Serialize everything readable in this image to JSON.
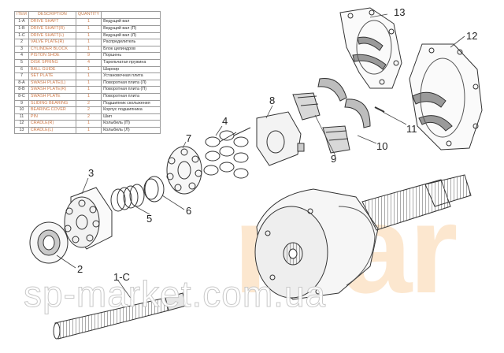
{
  "table": {
    "headers": {
      "item": "ITEM",
      "description": "DESCRIPTION",
      "quantity": "QUANTITY"
    },
    "rows": [
      {
        "item": "1-A",
        "description": "DRIVE SHAFT",
        "quantity": "1",
        "ru": "Ведущий вал"
      },
      {
        "item": "1-B",
        "description": "DRIVE SHAFT(R)",
        "quantity": "1",
        "ru": "Ведущий вал (П)"
      },
      {
        "item": "1-C",
        "description": "DRIVE SHAFT(L)",
        "quantity": "1",
        "ru": "Ведущий вал (Л)"
      },
      {
        "item": "2",
        "description": "VALVE PLATE(R)",
        "quantity": "1",
        "ru": "Распределитель"
      },
      {
        "item": "3",
        "description": "CYLINDER BLOCK",
        "quantity": "1",
        "ru": "Блок цилиндров"
      },
      {
        "item": "4",
        "description": "PISTON SHOE",
        "quantity": "9",
        "ru": "Поршень"
      },
      {
        "item": "5",
        "description": "DISK SPRING",
        "quantity": "4",
        "ru": "Тарельчатая пружина"
      },
      {
        "item": "6",
        "description": "BALL GUIDE",
        "quantity": "1",
        "ru": "Шарнир"
      },
      {
        "item": "7",
        "description": "SET PLATE",
        "quantity": "1",
        "ru": "Установочная плита"
      },
      {
        "item": "8-A",
        "description": "SWASH PLATE(L)",
        "quantity": "1",
        "ru": "Поворотная плита (Л)"
      },
      {
        "item": "8-B",
        "description": "SWASH PLATE(R)",
        "quantity": "1",
        "ru": "Поворотная плита (П)"
      },
      {
        "item": "8-C",
        "description": "SWASH PLATE",
        "quantity": "1",
        "ru": "Поворотная плита"
      },
      {
        "item": "9",
        "description": "SLIDING BEARING",
        "quantity": "2",
        "ru": "Подшипник скольжения"
      },
      {
        "item": "10",
        "description": "BEARING COVER",
        "quantity": "2",
        "ru": "Корпус подшипника"
      },
      {
        "item": "11",
        "description": "PIN",
        "quantity": "2",
        "ru": "Шип"
      },
      {
        "item": "12",
        "description": "CRADLE(R)",
        "quantity": "1",
        "ru": "Колыбель (П)"
      },
      {
        "item": "13",
        "description": "CRADLE(L)",
        "quantity": "1",
        "ru": "Колыбель (Л)"
      }
    ]
  },
  "callouts": {
    "c1c": "1-C",
    "c2": "2",
    "c3": "3",
    "c4": "4",
    "c5": "5",
    "c6": "6",
    "c7": "7",
    "c8": "8",
    "c9": "9",
    "c10": "10",
    "c11": "11",
    "c12": "12",
    "c13": "13"
  },
  "watermark": "sp-market.com.ua",
  "brand": "mar",
  "colors": {
    "line": "#333333",
    "table_accent": "#d07a48",
    "brand": "#f4b060"
  }
}
